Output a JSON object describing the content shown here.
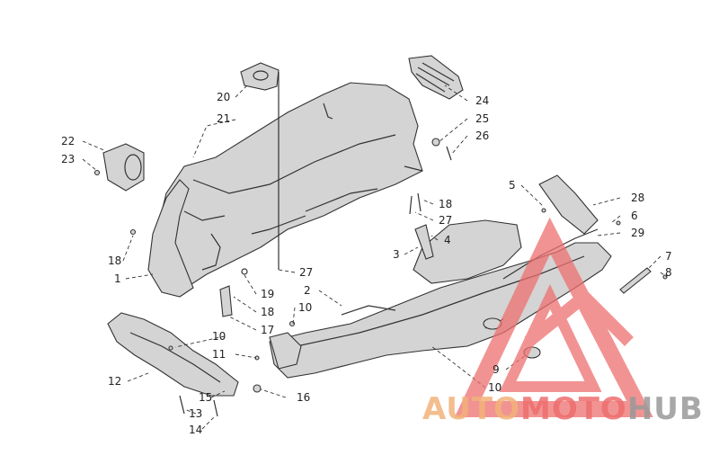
{
  "callouts": [
    {
      "id": "c20",
      "text": "20"
    },
    {
      "id": "c21",
      "text": "21"
    },
    {
      "id": "c22",
      "text": "22"
    },
    {
      "id": "c23",
      "text": "23"
    },
    {
      "id": "c24",
      "text": "24"
    },
    {
      "id": "c25",
      "text": "25"
    },
    {
      "id": "c26",
      "text": "26"
    },
    {
      "id": "c5",
      "text": "5"
    },
    {
      "id": "c28",
      "text": "28"
    },
    {
      "id": "c6",
      "text": "6"
    },
    {
      "id": "c29",
      "text": "29"
    },
    {
      "id": "c18a",
      "text": "18"
    },
    {
      "id": "c27a",
      "text": "27"
    },
    {
      "id": "c3",
      "text": "3"
    },
    {
      "id": "c4",
      "text": "4"
    },
    {
      "id": "c7",
      "text": "7"
    },
    {
      "id": "c8",
      "text": "8"
    },
    {
      "id": "c18b",
      "text": "18"
    },
    {
      "id": "c1",
      "text": "1"
    },
    {
      "id": "c27b",
      "text": "27"
    },
    {
      "id": "c2",
      "text": "2"
    },
    {
      "id": "c19",
      "text": "19"
    },
    {
      "id": "c18c",
      "text": "18"
    },
    {
      "id": "c10a",
      "text": "10"
    },
    {
      "id": "c17",
      "text": "17"
    },
    {
      "id": "c10b",
      "text": "10"
    },
    {
      "id": "c11",
      "text": "11"
    },
    {
      "id": "c12",
      "text": "12"
    },
    {
      "id": "c15",
      "text": "15"
    },
    {
      "id": "c16",
      "text": "16"
    },
    {
      "id": "c13",
      "text": "13"
    },
    {
      "id": "c14",
      "text": "14"
    },
    {
      "id": "c9",
      "text": "9"
    },
    {
      "id": "c10c",
      "text": "10"
    }
  ],
  "watermark": {
    "part1": "AUTO",
    "part2": "MOTO",
    "part3": "HUB",
    "color_orange": "#f2b27a",
    "color_red": "#ee6e6e",
    "color_gray": "#9a9a9a"
  }
}
